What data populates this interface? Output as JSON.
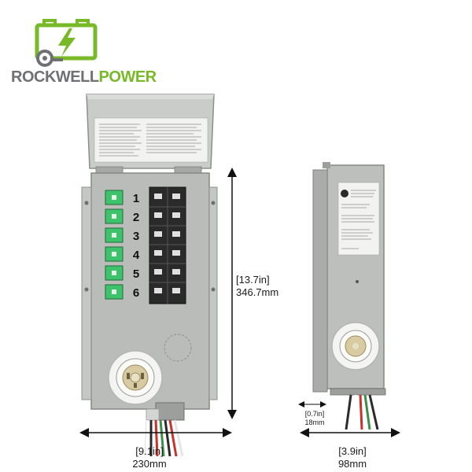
{
  "logo": {
    "wordmark_part1": "ROCKWELL",
    "wordmark_part2": "POWER",
    "icon": "generator-bolt-icon",
    "colors": {
      "green": "#78b928",
      "gray": "#6f7074"
    }
  },
  "circuits": {
    "numbers": [
      "1",
      "2",
      "3",
      "4",
      "5",
      "6"
    ]
  },
  "dimensions": {
    "height_in": "[13.7in]",
    "height_mm": "346.7mm",
    "front_width_in": "[9.1in]",
    "front_width_mm": "230mm",
    "side_depth_in": "[3.9in]",
    "side_depth_mm": "98mm",
    "flange_in": "[0.7in]",
    "flange_mm": "18mm"
  },
  "colors": {
    "enclosure": "#b9bcb8",
    "switch_green": "#3fc26c",
    "breaker": "#2a2a2a",
    "inlet_ring": "#f4f4f2"
  }
}
